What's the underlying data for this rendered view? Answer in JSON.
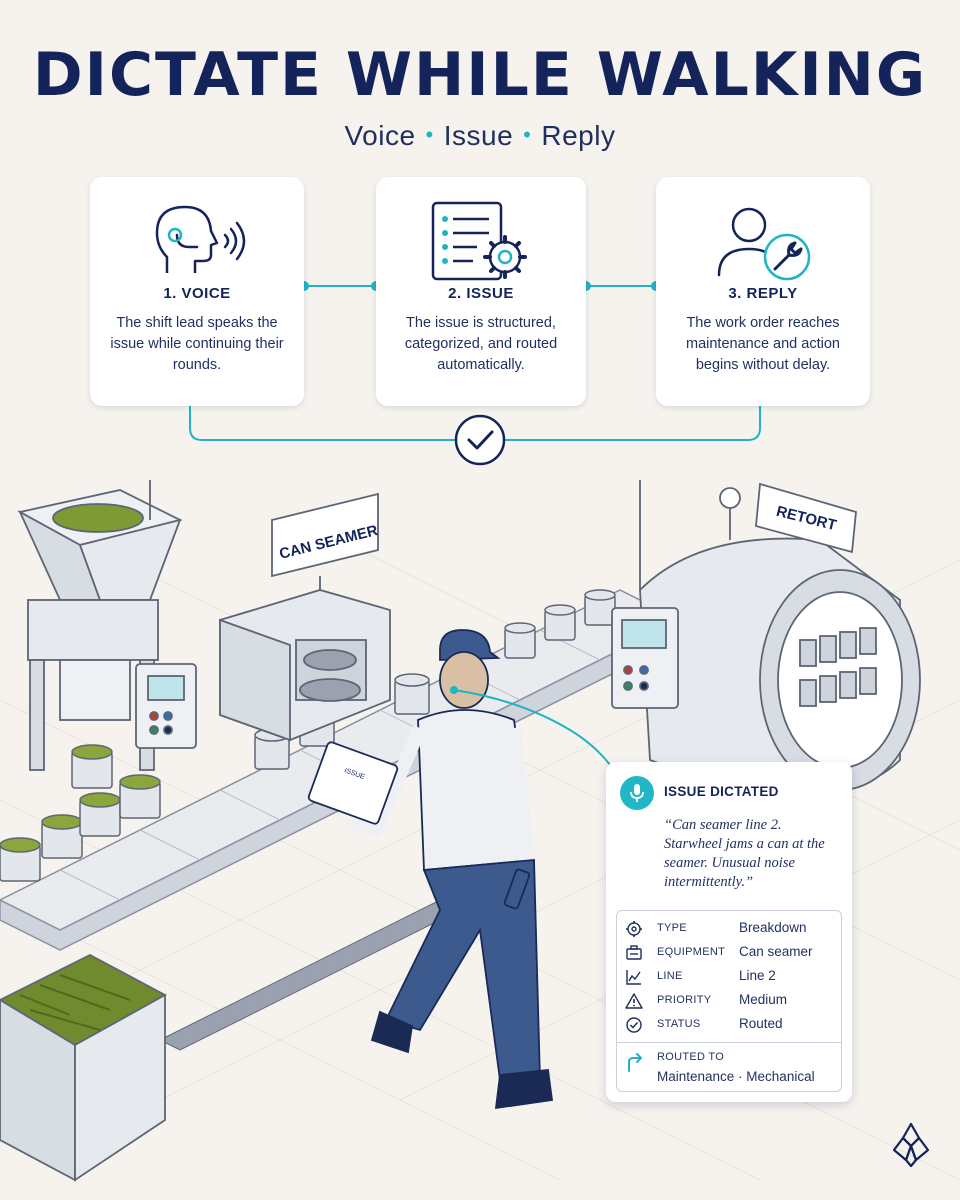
{
  "header": {
    "title": "DICTATE WHILE WALKING",
    "subtitle_parts": [
      "Voice",
      "Issue",
      "Reply"
    ]
  },
  "steps": [
    {
      "title": "1. VOICE",
      "text": "The shift lead speaks the issue while continuing their rounds.",
      "icon": "head-speaking-icon"
    },
    {
      "title": "2. ISSUE",
      "text": "The issue is structured, categorized, and routed automatically.",
      "icon": "checklist-gear-icon"
    },
    {
      "title": "3. REPLY",
      "text": "The work order reaches maintenance and action begins without delay.",
      "icon": "person-wrench-icon"
    }
  ],
  "scene": {
    "signs": [
      "CAN SEAMER",
      "RETORT"
    ],
    "tablet_label": "ISSUE"
  },
  "issue_panel": {
    "title": "ISSUE DICTATED",
    "quote": "“Can seamer line 2. Starwheel jams a can at the seamer. Unusual noise intermittently.”",
    "fields": [
      {
        "key": "TYPE",
        "value": "Breakdown",
        "icon": "gear-icon"
      },
      {
        "key": "EQUIPMENT",
        "value": "Can seamer",
        "icon": "machine-icon"
      },
      {
        "key": "LINE",
        "value": "Line 2",
        "icon": "line-chart-icon"
      },
      {
        "key": "PRIORITY",
        "value": "Medium",
        "icon": "warning-icon"
      },
      {
        "key": "STATUS",
        "value": "Routed",
        "icon": "check-circle-icon"
      }
    ],
    "routed_to_label": "ROUTED TO",
    "routed_to_value": "Maintenance · Mechanical"
  },
  "colors": {
    "navy": "#14245a",
    "accent": "#1fb4c3",
    "background": "#f6f3ee"
  }
}
